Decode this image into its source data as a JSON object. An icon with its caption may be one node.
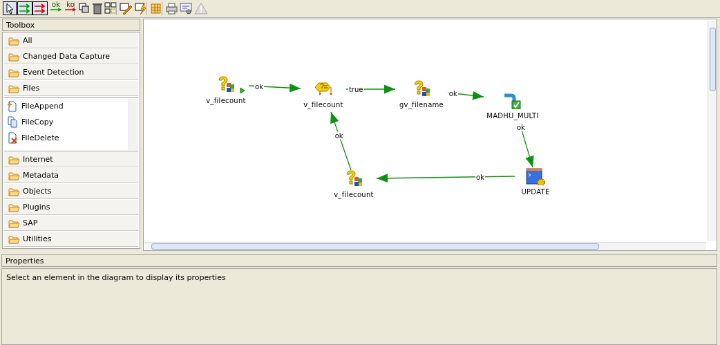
{
  "diagram": {
    "nodes": [
      {
        "text": [
          "v_filecount"
        ]
      },
      {
        "text": [
          "v_filecount"
        ]
      },
      {
        "text": [
          "gv_filename"
        ]
      },
      {
        "text": [
          "MADHU_MULTI"
        ]
      },
      {
        "text": [
          "UPDATE"
        ]
      },
      {
        "text": [
          "v_filecount"
        ]
      }
    ],
    "edges": [
      {
        "from": 0,
        "to": 1,
        "arrow": "to",
        "label": "ok"
      },
      {
        "from": 1,
        "to": 2,
        "arrow": "to",
        "label": "true"
      },
      {
        "from": 2,
        "to": 3,
        "arrow": "to",
        "label": "ok"
      },
      {
        "from": 3,
        "to": 4,
        "arrow": "to",
        "label": "ok"
      },
      {
        "from": 4,
        "to": 5,
        "arrow": "to",
        "label": "ok"
      },
      {
        "from": 5,
        "to": 1,
        "arrow": "to",
        "label": "ok"
      }
    ],
    "labels": [
      "ok",
      "ko",
      "Toolbox",
      "All",
      "Changed Data Capture",
      "Event Detection",
      "Files",
      "FileAppend",
      "FileCopy",
      "FileDelete",
      "Internet",
      "Metadata",
      "Objects",
      "Plugins",
      "SAP",
      "Utilities",
      "Properties",
      "Select an element in the diagram to display its properties"
    ]
  }
}
